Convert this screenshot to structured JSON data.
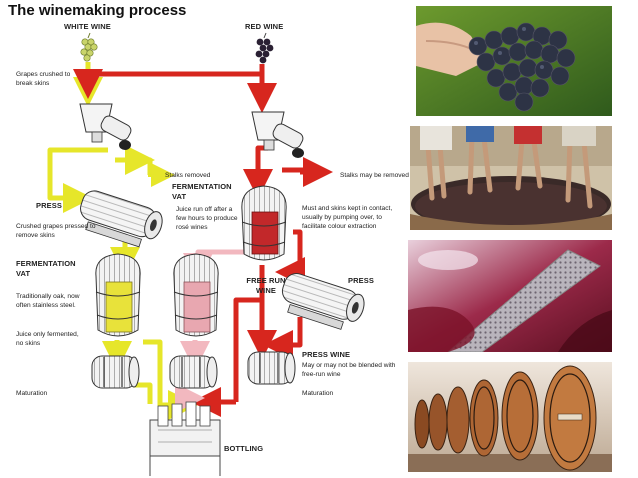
{
  "title": "The winemaking process",
  "heads": {
    "white_wine": "WHITE WINE",
    "red_wine": "RED WINE",
    "press_white": "PRESS",
    "fermentation_vat_white": "FERMENTATION VAT",
    "fermentation_vat_red": "FERMENTATION VAT",
    "free_run_wine": "FREE RUN WINE",
    "press_red": "PRESS",
    "press_wine": "PRESS WINE",
    "bottling": "BOTTLING"
  },
  "notes": {
    "grapes_crushed": "Grapes crushed to break skins",
    "stalks_removed": "Stalks removed",
    "stalks_may_be_removed": "Stalks may be removed",
    "crushed_grapes_pressed": "Crushed grapes pressed to remove skins",
    "juice_run_off": "Juice run off after a few hours to produce rosé wines",
    "must_and_skins": "Must and skins kept in contact, usually by pumping over, to facilitate colour extraction",
    "traditionally_oak": "Traditionally oak, now often stainless steel.",
    "juice_only": "Juice only fermented, no skins",
    "maturation_white": "Maturation",
    "may_or_may_not": "May or may not be blended with free-run wine",
    "maturation_red": "Maturation"
  },
  "colors": {
    "white_flow": "#e6e62a",
    "red_flow": "#d7261e",
    "rose_flow": "#f2b8bf",
    "white_wine_fill": "#e8e23a",
    "rose_fill": "#e8a7b0",
    "red_fill": "#c2282a"
  },
  "photos": [
    {
      "name": "grape-bunch-photo"
    },
    {
      "name": "grape-treading-photo"
    },
    {
      "name": "red-must-press-photo"
    },
    {
      "name": "oak-barrels-cellar-photo"
    }
  ]
}
